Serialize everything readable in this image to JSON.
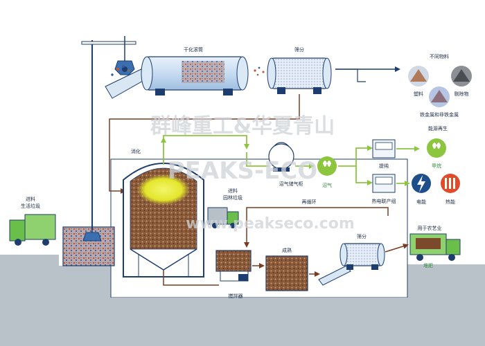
{
  "labels": {
    "drum_dryer": "干化滚筒",
    "screening_top": "筛分",
    "different_materials": "不同物料",
    "plastic": "塑料",
    "rejects": "剔除物",
    "metals": "铁金属和非铁金属",
    "digestion": "消化",
    "biogas_tank": "沼气储气柜",
    "biogas": "沼气",
    "energy_regen": "能源再生",
    "purify": "提纯",
    "methane": "甲烷",
    "chp": "热电联产组",
    "electricity": "电能",
    "heat": "热能",
    "feed_household": "进料",
    "household_waste": "生活垃圾",
    "feed_garden": "进料",
    "garden_waste": "园林垃圾",
    "recirculation": "再循环",
    "maturation": "成熟",
    "screening_bottom": "筛分",
    "agriculture": "用于农艺业",
    "compost": "堆肥",
    "mixer": "搅拌器"
  },
  "watermark": {
    "line1": "群峰重工&华夏青山",
    "line2": "PEAKS-ECO",
    "line3": "www.peakseco.com"
  },
  "colors": {
    "outline": "#1d3d6e",
    "flow_brown": "#7a3b20",
    "flow_green": "#8cc63f",
    "gas_green": "#8cc63f",
    "building": "#1e4f8a",
    "ground": "#b9c2c8",
    "truck_green": "#6abf4b",
    "compost_brown": "#7b4a2a",
    "biogas_yellow": "#e6e82a"
  },
  "icons": [
    "grab-crane-icon",
    "drum-dryer-icon",
    "trommel-screen-icon",
    "plastic-pile-icon",
    "rejects-pile-icon",
    "metal-pile-icon",
    "digester-icon",
    "gas-holder-icon",
    "biogas-icon",
    "methane-icon",
    "lightning-icon",
    "heat-radiator-icon",
    "garbage-truck-icon",
    "compost-truck-icon",
    "mixer-icon"
  ]
}
